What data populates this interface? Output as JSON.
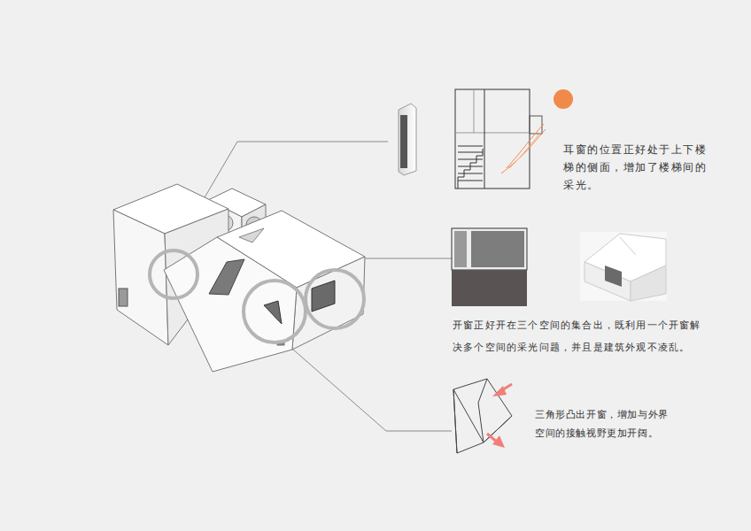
{
  "diagram": {
    "labels": [
      "耳窗的位置正好处于上下楼梯的侧面，增加了楼梯间的采光。",
      "开窗正好开在三个空间的集合出，既利用一个开窗解决多个空间的采光问题，并且是建筑外观不凌乱。",
      "三角形凸出开窗，增加与外界空间的接触视野更加开阔。"
    ]
  }
}
